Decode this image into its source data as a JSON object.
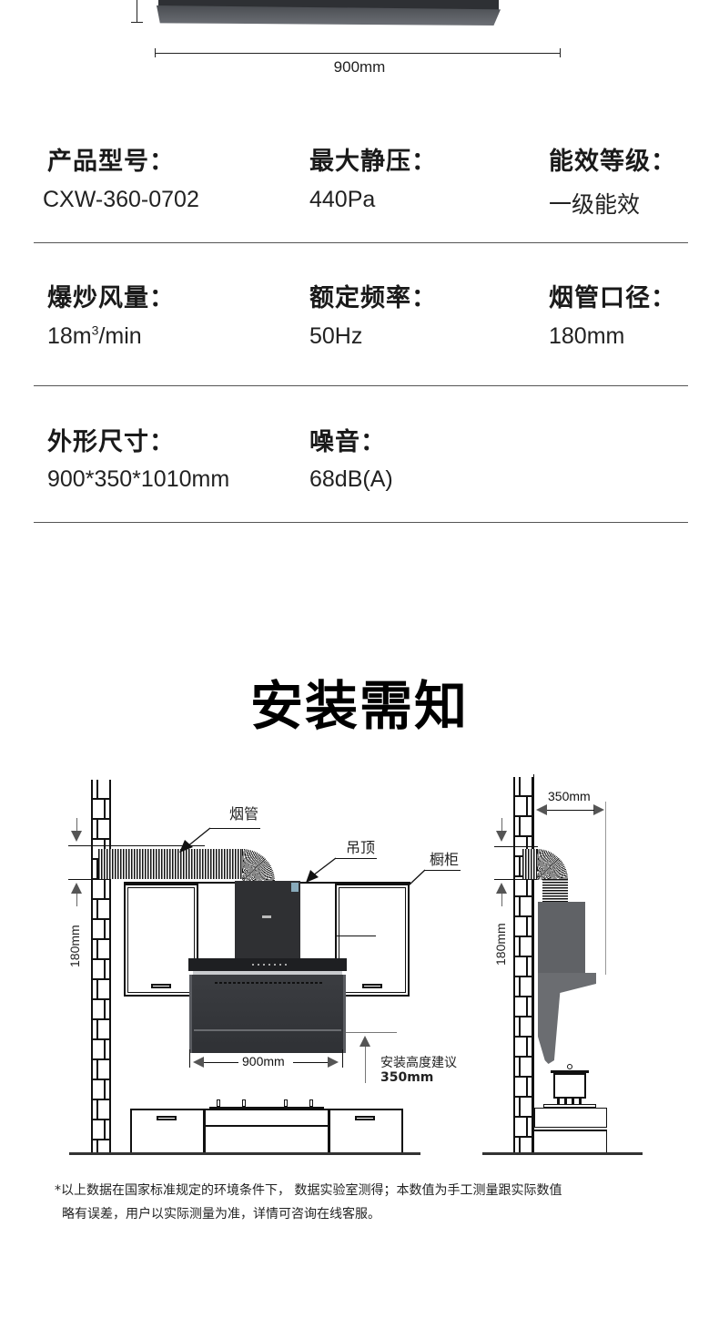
{
  "top_dimension": {
    "width_label": "900mm"
  },
  "specs": [
    {
      "label": "产品型号：",
      "value": "CXW-360-0702"
    },
    {
      "label": "最大静压：",
      "value": "440Pa"
    },
    {
      "label": "能效等级：",
      "value": "一级能效"
    },
    {
      "label": "爆炒风量：",
      "value_main": "18m",
      "value_sup": "3",
      "value_tail": "/min"
    },
    {
      "label": "额定频率：",
      "value": "50Hz"
    },
    {
      "label": "烟管口径：",
      "value": "180mm"
    },
    {
      "label": "外形尺寸：",
      "value": "900*350*1010mm"
    },
    {
      "label": "噪音：",
      "value": "68dB(A)"
    }
  ],
  "install_section": {
    "title": "安装需知",
    "front_view": {
      "callout_duct": "烟管",
      "callout_ceiling": "吊顶",
      "callout_cabinet": "橱柜",
      "duct_height": "180mm",
      "hood_width": "900mm",
      "install_height_label": "安装高度建议",
      "install_height_value": "350mm"
    },
    "side_view": {
      "depth": "350mm",
      "duct_height": "180mm"
    }
  },
  "footnote": {
    "line1": "*以上数据在国家标准规定的环境条件下， 数据实验室测得；本数值为手工测量跟实际数值",
    "line2": "略有误差，用户以实际测量为准，详情可咨询在线客服。"
  },
  "colors": {
    "text": "#1a1a1a",
    "divider": "#555555",
    "hood_dark": "#2f3033"
  }
}
